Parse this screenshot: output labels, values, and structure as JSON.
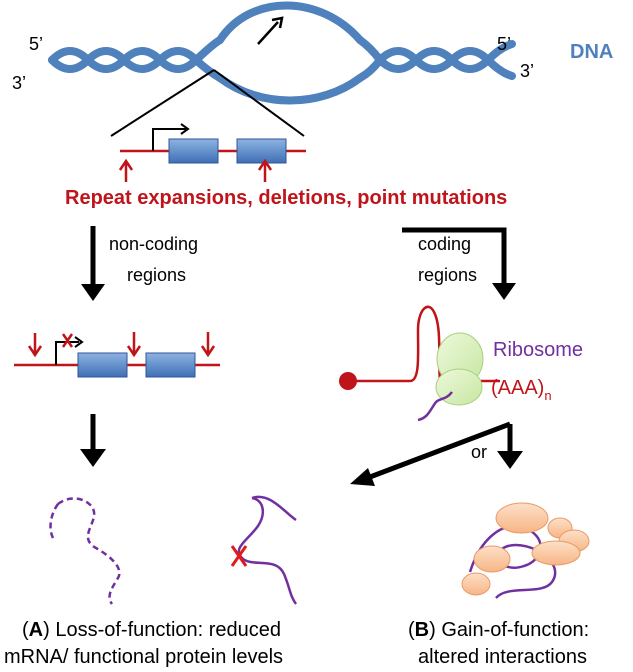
{
  "dna": {
    "label": "DNA",
    "end_top_left": "5’",
    "end_bottom_left": "3’",
    "end_top_right": "5’",
    "end_bottom_right": "3’"
  },
  "mutations_label": "Repeat expansions, deletions, point mutations",
  "branches": {
    "noncoding_line1": "non-coding",
    "noncoding_line2": "regions",
    "coding_line1": "coding",
    "coding_line2": "regions"
  },
  "ribosome": {
    "label": "Ribosome",
    "polya": "(AAA)",
    "polya_sub": "n"
  },
  "or_label": "or",
  "outcome_a": {
    "open": "(",
    "letter": "A",
    "line1_rest": ") Loss-of-function: reduced",
    "line2": "mRNA/ functional protein levels"
  },
  "outcome_b": {
    "open": "(",
    "letter": "B",
    "line1_rest": ") Gain-of-function:",
    "line2": "altered interactions"
  },
  "colors": {
    "dna_blue": "#4f81bd",
    "mutation_red": "#c0141b",
    "exon_blue": "#4f81bd",
    "protein_purple": "#7030a0",
    "ribosome_green": "#d7f0b6",
    "partner_peach": "#fbc79e"
  }
}
